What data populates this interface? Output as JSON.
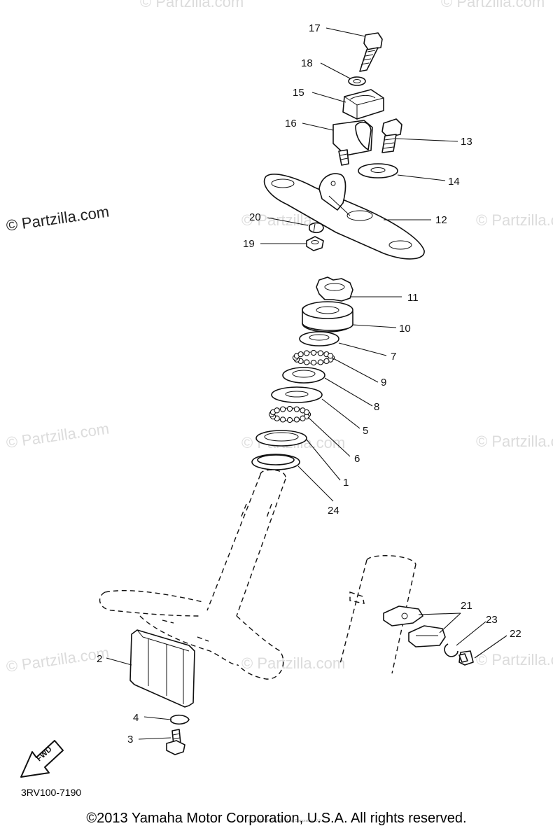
{
  "watermark": "© Partzilla.com",
  "diagram_code": "3RV100-7190",
  "copyright": "©2013 Yamaha Motor Corporation, U.S.A. All rights reserved.",
  "small_print": "(c) 2006-2014 Yamaha Motor Corporation, U.S.A.",
  "fwd_label": "FWD",
  "callouts": {
    "c1": "1",
    "c2": "2",
    "c3": "3",
    "c4": "4",
    "c5": "5",
    "c6": "6",
    "c7": "7",
    "c8": "8",
    "c9": "9",
    "c10": "10",
    "c11": "11",
    "c12": "12",
    "c13": "13",
    "c14": "14",
    "c15": "15",
    "c16": "16",
    "c17": "17",
    "c18": "18",
    "c19": "19",
    "c20": "20",
    "c21": "21",
    "c22": "22",
    "c23": "23",
    "c24": "24"
  }
}
